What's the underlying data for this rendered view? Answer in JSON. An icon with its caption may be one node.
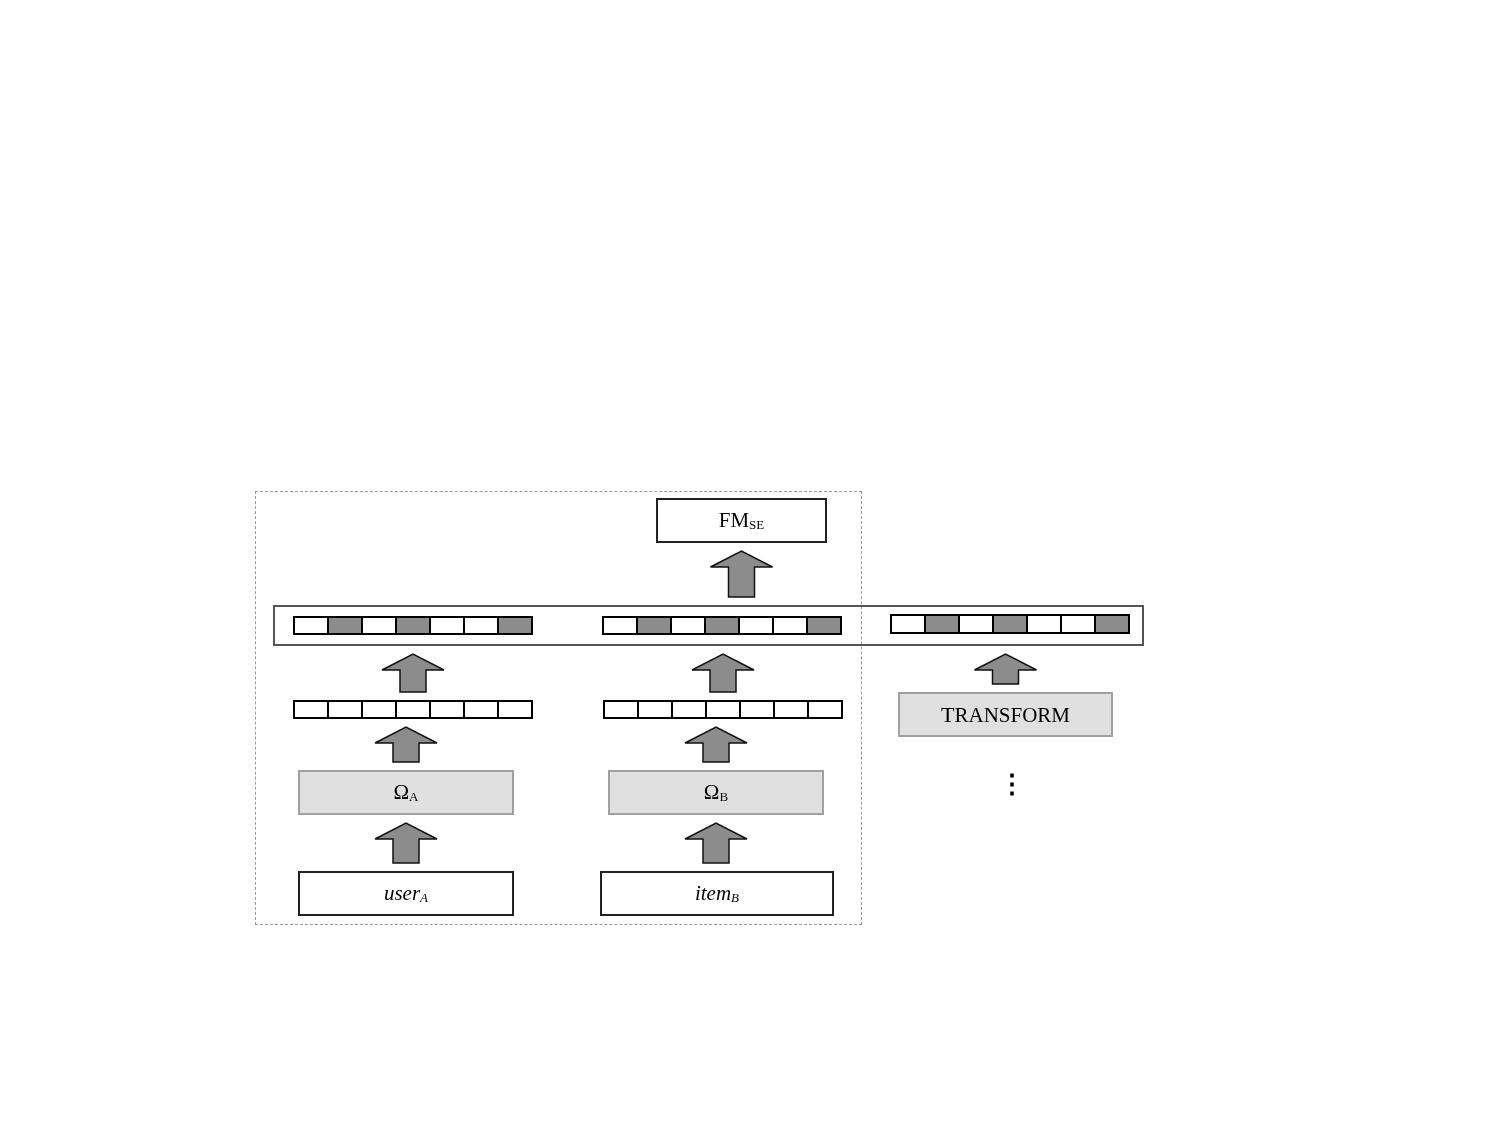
{
  "diagram": {
    "nodes": [
      {
        "text": [],
        "shape": "box"
      },
      {
        "text": [
          "FM$_{SE}$"
        ],
        "in": 0
      },
      {
        "text": [],
        "shape": "box"
      },
      {
        "text": [],
        "shape": "bar"
      },
      {
        "text": [],
        "shape": "bar"
      },
      {
        "text": [],
        "shape": "bar",
        "in": 2
      },
      {
        "text": [],
        "shape": "bar",
        "in": 0
      },
      {
        "text": [],
        "shape": "bar",
        "in": 0
      },
      {
        "text": [
          "Ω$_{A}$"
        ],
        "in": 0
      },
      {
        "text": [
          "Ω$_{B}$"
        ],
        "in": 0
      },
      {
        "text": [
          "TRANSFORM"
        ]
      },
      {
        "text": [
          "user$_{A}$"
        ],
        "in": 0
      },
      {
        "text": [
          "item$_{B}$"
        ],
        "in": 0
      }
    ],
    "edges": [
      {
        "from": 11,
        "to": 8,
        "arrow": "to"
      },
      {
        "from": 8,
        "to": 6,
        "arrow": "to"
      },
      {
        "from": 6,
        "to": 3,
        "arrow": "to"
      },
      {
        "from": 12,
        "to": 9,
        "arrow": "to"
      },
      {
        "from": 9,
        "to": 7,
        "arrow": "to"
      },
      {
        "from": 7,
        "to": 4,
        "arrow": "to"
      },
      {
        "from": 10,
        "to": 5,
        "arrow": "to"
      },
      {
        "from": 2,
        "to": 1,
        "arrow": "to"
      }
    ],
    "labels": [
      "⋮"
    ]
  }
}
